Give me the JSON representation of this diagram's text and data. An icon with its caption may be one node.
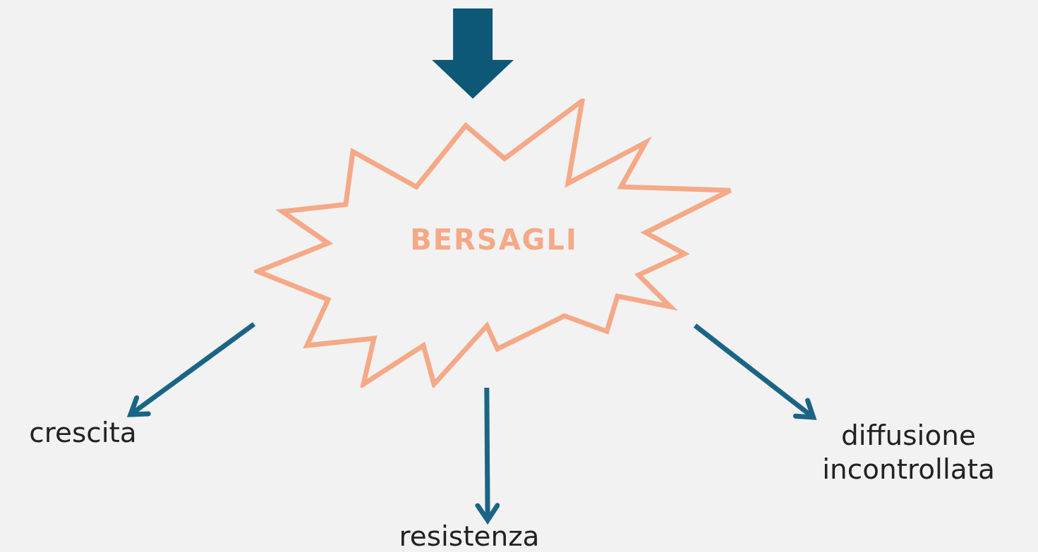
{
  "diagram": {
    "nodes": [
      {
        "text": [
          "BERSAGLI"
        ]
      },
      {
        "text": [
          "crescita"
        ]
      },
      {
        "text": [
          "resistenza"
        ]
      },
      {
        "text": [
          "diffusione incontrollata"
        ]
      }
    ],
    "edges": [
      {
        "from": null,
        "to": 0,
        "arrow": "to",
        "style": "thick",
        "color": "#0d5876"
      },
      {
        "from": 0,
        "to": 1,
        "arrow": "to"
      },
      {
        "from": 0,
        "to": 2,
        "arrow": "to"
      },
      {
        "from": 0,
        "to": 3,
        "arrow": "to"
      }
    ]
  }
}
